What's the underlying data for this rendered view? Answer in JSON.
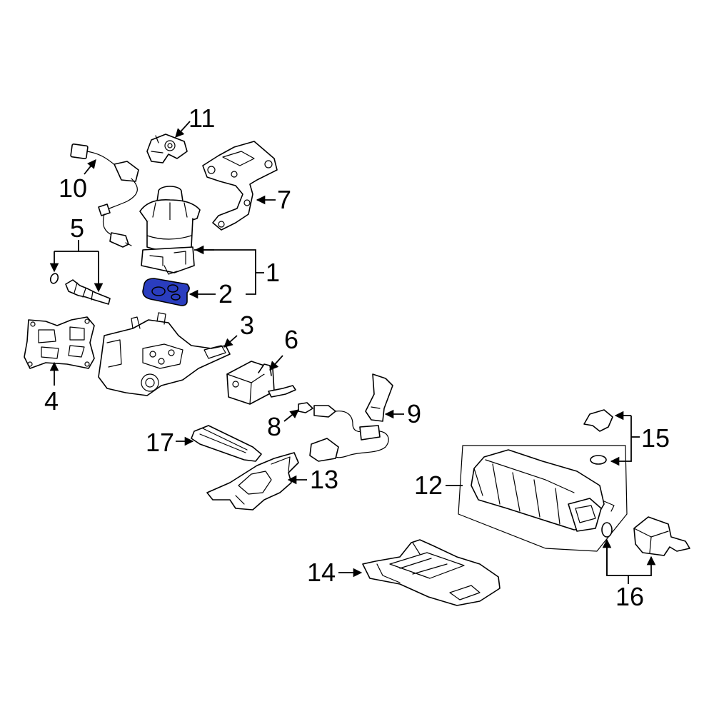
{
  "diagram": {
    "highlight_color": "#2a3dbf",
    "outline_color": "#000000",
    "background": "#ffffff",
    "callouts": {
      "c1": "1",
      "c2": "2",
      "c3": "3",
      "c4": "4",
      "c5": "5",
      "c6": "6",
      "c7": "7",
      "c8": "8",
      "c9": "9",
      "c10": "10",
      "c11": "11",
      "c12": "12",
      "c13": "13",
      "c14": "14",
      "c15": "15",
      "c16": "16",
      "c17": "17"
    }
  }
}
